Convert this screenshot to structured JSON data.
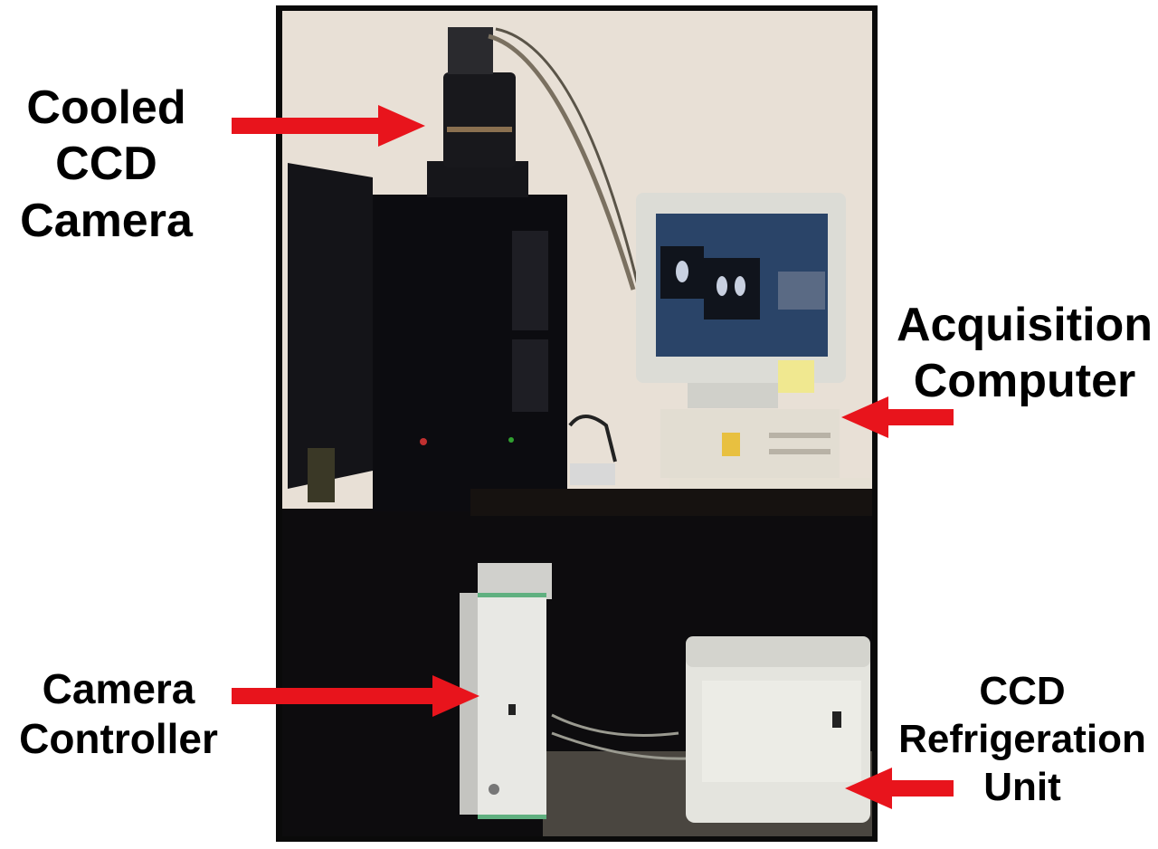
{
  "labels": {
    "camera": [
      "Cooled",
      "CCD",
      "Camera"
    ],
    "computer": [
      "Acquisition",
      "Computer"
    ],
    "controller": [
      "Camera",
      "Controller"
    ],
    "refrigeration": [
      "CCD",
      "Refrigeration",
      "Unit"
    ]
  },
  "colors": {
    "arrow": "#e8141c",
    "wall": "#e8e0d6",
    "equipment_dark": "#0c0c10",
    "equipment_light": "#e6e6e0",
    "desk": "#161210"
  },
  "icons": [
    "arrow-right-icon",
    "arrow-left-icon"
  ]
}
